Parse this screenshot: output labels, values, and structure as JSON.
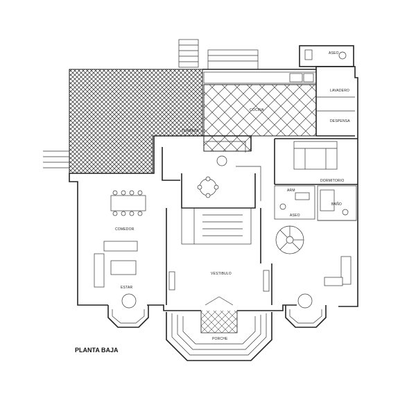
{
  "plan": {
    "title": "PLANTA BAJA",
    "rooms": {
      "terraza": "TERRAZA",
      "cocina": "COCINA",
      "lavadero": "LAVADERO",
      "despensa": "DESPENSA",
      "aseo_top": "ASEO",
      "dormitorio": "DORMITORIO",
      "armario": "ARM",
      "bano": "BAÑO",
      "aseo_mid": "ASEO",
      "comedor": "COMEDOR",
      "estar": "ESTAR",
      "vestibulo": "VESTIBULO",
      "porche": "PORCHE"
    }
  }
}
